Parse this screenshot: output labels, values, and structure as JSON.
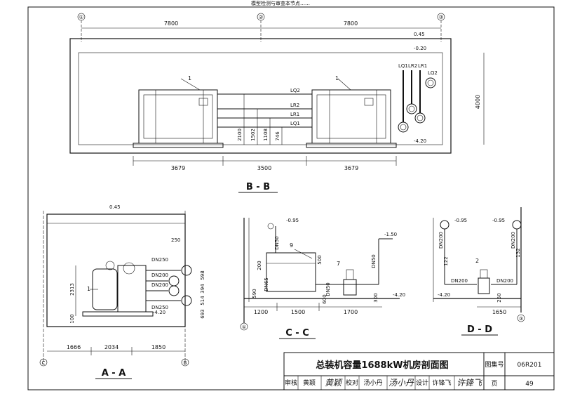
{
  "title_block": {
    "drawing_title": "总装机容量1688kW机房剖面图",
    "atlas_label": "图集号",
    "atlas_no": "06R201",
    "page_label": "页",
    "page_no": "49",
    "review_label": "审核",
    "review_name": "黄颖",
    "check_label": "校对",
    "check_name": "汤小丹",
    "design_label": "设计",
    "design_name": "许锋飞",
    "sig_review": "黄颖",
    "sig_check": "汤小丹",
    "sig_design": "许锋飞"
  },
  "bb": {
    "label": "B - B",
    "axis_1": "①",
    "axis_2": "②",
    "axis_3": "③",
    "span_left": "7800",
    "span_right": "7800",
    "height": "4000",
    "elev_top": "0.45",
    "elev_mid": "-0.20",
    "elev_bot": "-4.20",
    "dim_a": "3679",
    "dim_b": "3500",
    "dim_c": "3679",
    "v_2100": "2100",
    "v_1502": "1502",
    "v_1108": "1108",
    "v_746": "746",
    "pipe_lq2": "LQ2",
    "pipe_lr2": "LR2",
    "pipe_lr1": "LR1",
    "pipe_lq1": "LQ1",
    "tag_1a": "1",
    "tag_1b": "1",
    "r_lq1": "LQ1",
    "r_lr2": "LR2",
    "r_lr1": "LR1",
    "r_lq2": "LQ2"
  },
  "aa": {
    "label": "A - A",
    "elev_top": "0.45",
    "elev_bot": "-4.20",
    "d250": "250",
    "dn250a": "DN250",
    "dn200a": "DN200",
    "dn200b": "DN200",
    "dn250b": "DN250",
    "h2313": "2313",
    "h100": "100",
    "v598": "598",
    "v394": "394",
    "v514": "514",
    "v693": "693",
    "w1666": "1666",
    "w2034": "2034",
    "w1850": "1850",
    "axis_c": "C",
    "axis_b": "B",
    "tag_1": "1"
  },
  "cc": {
    "label": "C - C",
    "elev_top": "-0.95",
    "elev_mid": "-1.50",
    "elev_bot": "-4.20",
    "dn50a": "DN50",
    "dn50b": "DN50",
    "dn65": "DN65",
    "dn50c": "DN50",
    "h200": "200",
    "h500": "500",
    "h590": "590",
    "h600": "600",
    "h300": "300",
    "w1200": "1200",
    "w1500": "1500",
    "w1700": "1700",
    "tag_9": "9",
    "tag_7": "7",
    "axis_1": "①"
  },
  "dd": {
    "label": "D - D",
    "elev_l": "-0.95",
    "elev_r": "-0.95",
    "elev_bot": "-4.20",
    "dn200l": "DN200",
    "dn200r": "DN200",
    "dn200a": "DN200",
    "dn200b": "DN200",
    "v122": "122",
    "v132": "132",
    "v250": "250",
    "w1650": "1650",
    "tag_2": "2",
    "axis_3": "③"
  },
  "header_note": "模型检测与审查本节点……"
}
